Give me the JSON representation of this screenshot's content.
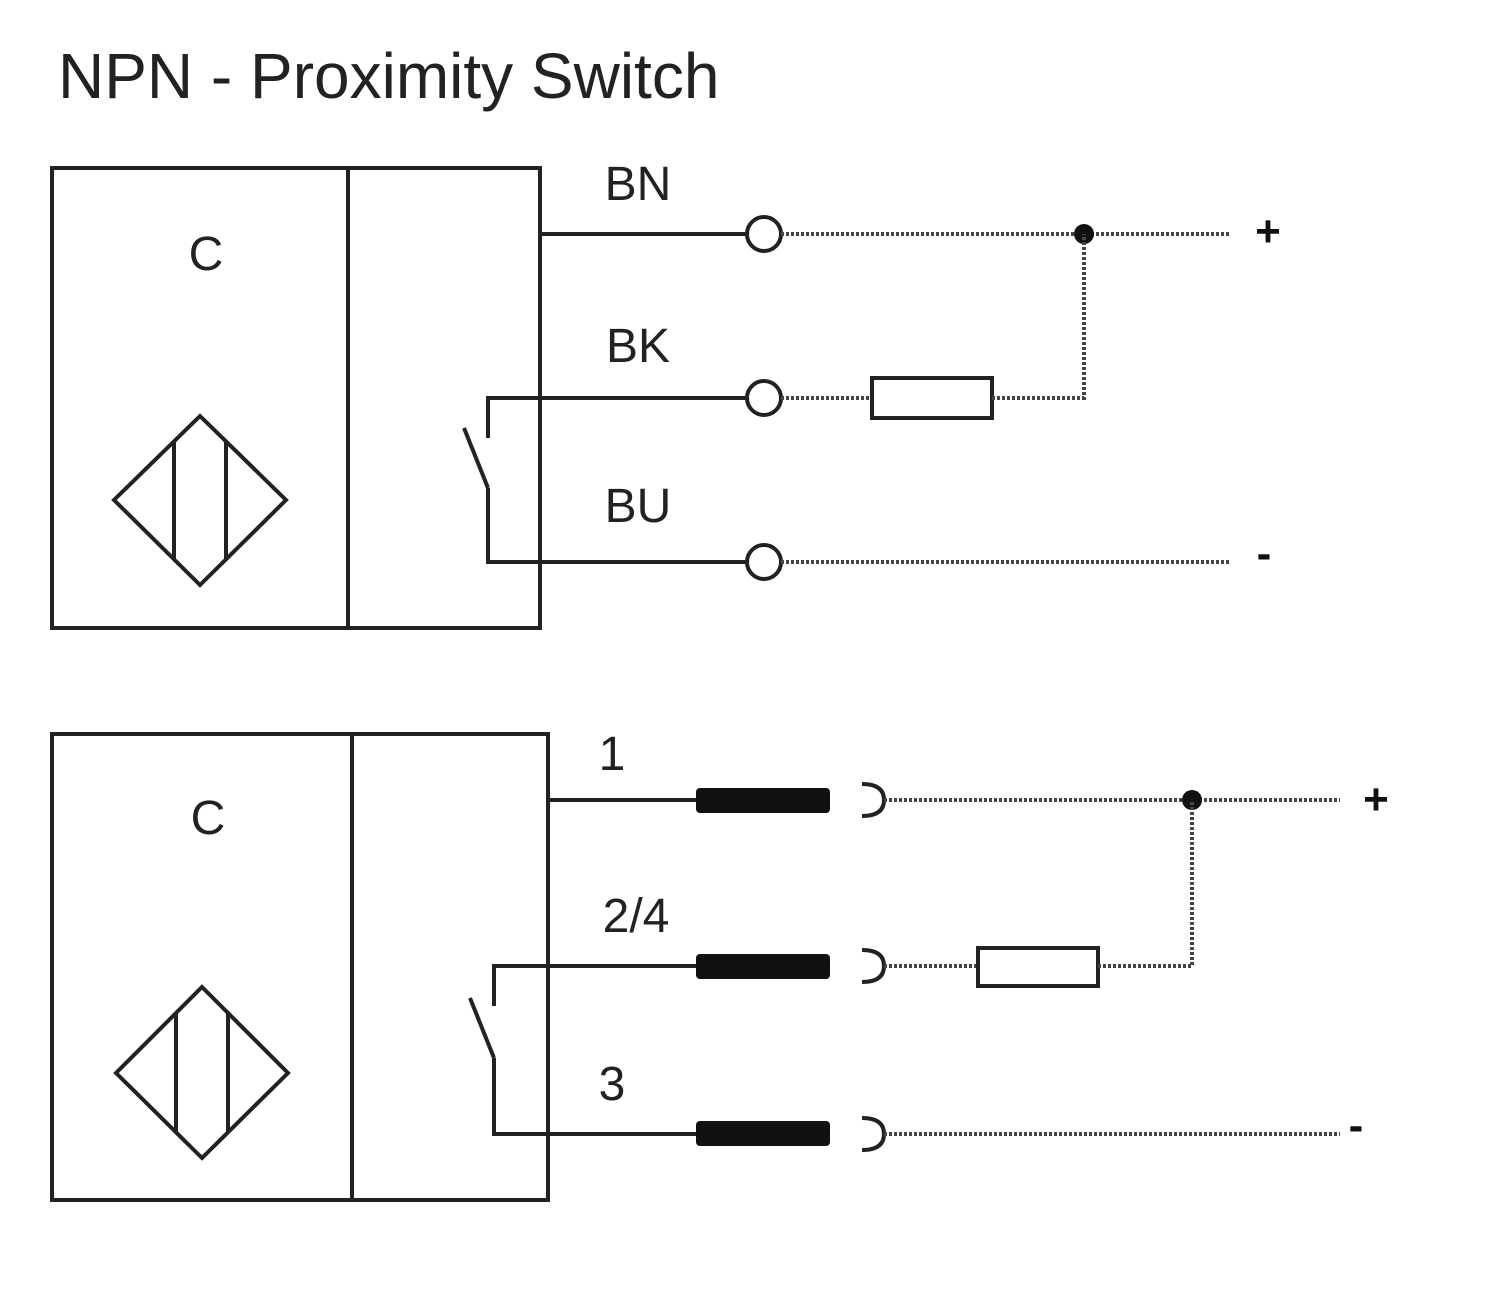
{
  "title": "NPN - Proximity Switch",
  "diagram_top": {
    "sensor_label": "C",
    "wires": [
      {
        "label": "BN",
        "polarity": "+"
      },
      {
        "label": "BK",
        "polarity": ""
      },
      {
        "label": "BU",
        "polarity": "-"
      }
    ]
  },
  "diagram_bottom": {
    "sensor_label": "C",
    "pins": [
      {
        "label": "1",
        "polarity": "+"
      },
      {
        "label": "2/4",
        "polarity": ""
      },
      {
        "label": "3",
        "polarity": "-"
      }
    ]
  },
  "colors": {
    "line": "#222222",
    "background": "#ffffff"
  }
}
